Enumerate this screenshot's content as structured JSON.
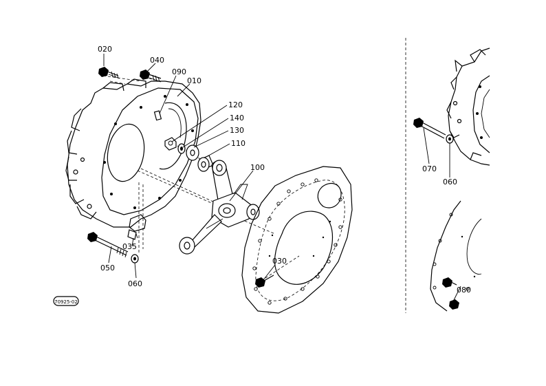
{
  "parts": {
    "p020": "020",
    "p040": "040",
    "p090": "090",
    "p010": "010",
    "p120": "120",
    "p140": "140",
    "p130": "130",
    "p110": "110",
    "p100": "100",
    "p035": "035",
    "p050": "050",
    "p060_left": "060",
    "p030": "030",
    "p070": "070",
    "p060_right": "060",
    "p080": "080"
  },
  "stamp": "70925-02"
}
